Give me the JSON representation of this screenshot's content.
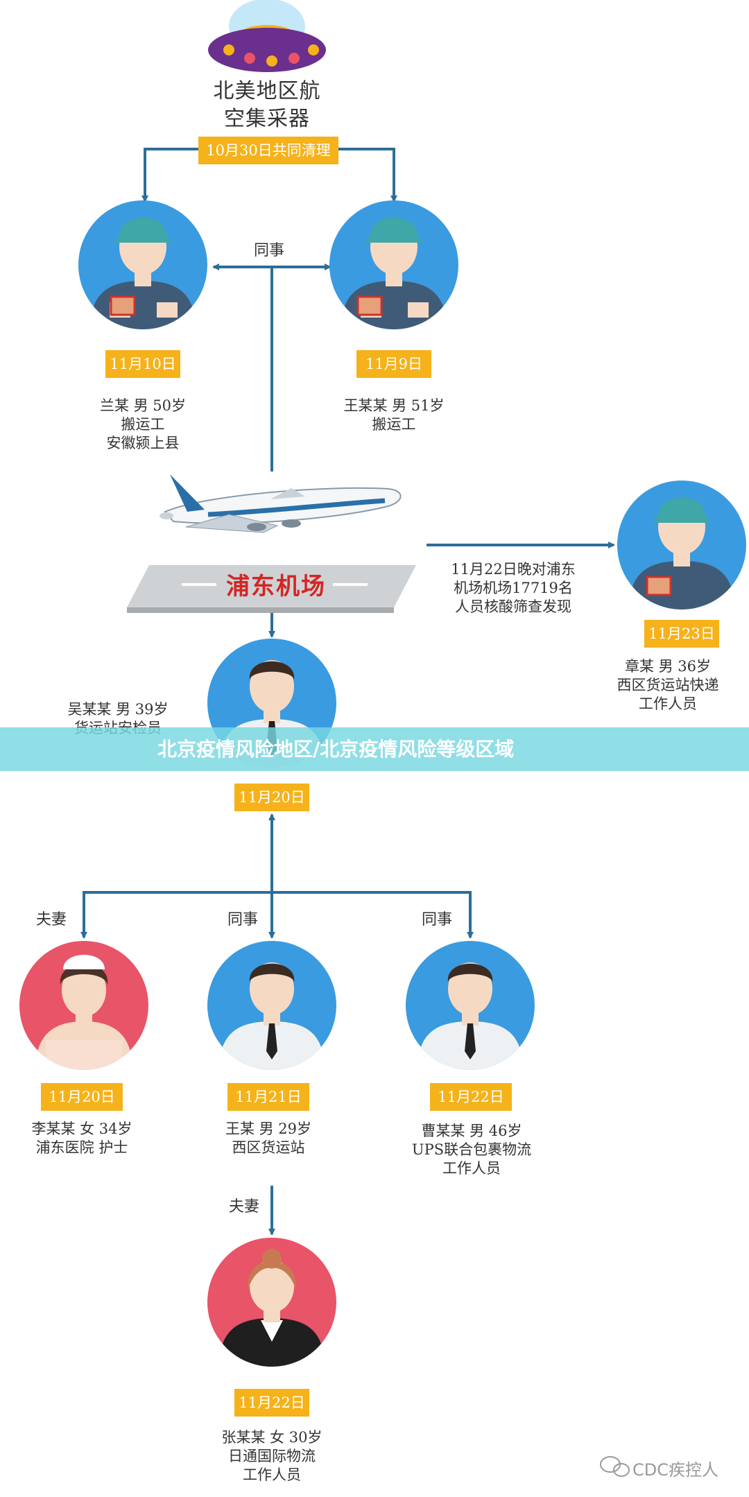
{
  "source": {
    "title_line1": "北美地区航",
    "title_line2": "空集采器",
    "cleanup_date": "10月30日共同清理"
  },
  "relations": {
    "colleague_top": "同事",
    "spouse_left": "夫妻",
    "colleague_mid": "同事",
    "colleague_right": "同事",
    "spouse_bottom": "夫妻"
  },
  "airport": {
    "label": "浦东机场",
    "discovery_line1": "11月22日晚对浦东",
    "discovery_line2": "机场机场17719名",
    "discovery_line3": "人员核酸筛查发现"
  },
  "people": {
    "lan": {
      "date": "11月10日",
      "line1": "兰某  男  50岁",
      "line2": "搬运工",
      "line3": "安徽颍上县"
    },
    "wang_top": {
      "date": "11月9日",
      "line1": "王某某  男  51岁",
      "line2": "搬运工"
    },
    "zhang_right": {
      "date": "11月23日",
      "line1": "章某  男  36岁",
      "line2": "西区货运站快递",
      "line3": "工作人员"
    },
    "wu": {
      "date": "11月20日",
      "line1": "吴某某  男  39岁",
      "line2": "货运站安检员"
    },
    "li": {
      "date": "11月20日",
      "line1": "李某某  女  34岁",
      "line2": "浦东医院  护士"
    },
    "wang_mid": {
      "date": "11月21日",
      "line1": "王某  男  29岁",
      "line2": "西区货运站"
    },
    "cao": {
      "date": "11月22日",
      "line1": "曹某某  男  46岁",
      "line2": "UPS联合包裹物流",
      "line3": "工作人员"
    },
    "zhang_bottom": {
      "date": "11月22日",
      "line1": "张某某  女  30岁",
      "line2": "日通国际物流",
      "line3": "工作人员"
    }
  },
  "banner": "北京疫情风险地区/北京疫情风险等级区域",
  "watermark": "CDC疾控人",
  "colors": {
    "arrow": "#2c6e99",
    "blue_circle": "#3a9be0",
    "red_circle": "#e85468",
    "date_box": "#f5b21a",
    "banner": "#78d7e1",
    "runway_text": "#d42525"
  },
  "icons": {
    "ufo": "ufo-icon",
    "plane": "airplane-icon",
    "runway": "runway-icon",
    "worker": "worker-avatar-icon",
    "officer": "officer-avatar-icon",
    "nurse": "nurse-avatar-icon",
    "woman": "woman-avatar-icon",
    "wechat": "wechat-icon"
  }
}
